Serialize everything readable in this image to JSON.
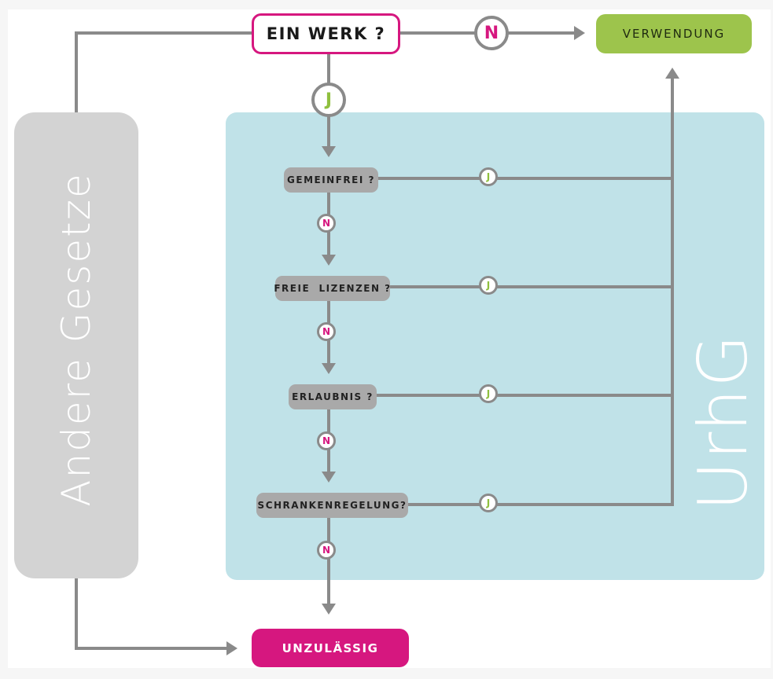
{
  "diagram": {
    "start": {
      "label": "EIN WERK ?"
    },
    "outcomes": {
      "allowed": {
        "label": "VERWENDUNG",
        "color": "#9dc44c"
      },
      "forbidden": {
        "label": "UNZULÄSSIG",
        "color": "#d6177f"
      }
    },
    "regions": {
      "other_laws": {
        "label": "Andere Gesetze"
      },
      "copyright_law": {
        "label": "UrhG"
      }
    },
    "questions": [
      {
        "label": "GEMEINFREI ?",
        "yes": "J",
        "no": "N"
      },
      {
        "label": "FREIE  LIZENZEN ?",
        "yes": "J",
        "no": "N"
      },
      {
        "label": "ERLAUBNIS ?",
        "yes": "J",
        "no": "N"
      },
      {
        "label": "SCHRANKENREGELUNG?",
        "yes": "J",
        "no": "N"
      }
    ],
    "start_yes": "J",
    "start_no": "N",
    "colors": {
      "accent_pink": "#d6177f",
      "accent_green": "#9dc44c",
      "urhg_region": "#c0e2e8",
      "other_region": "#d3d3d3",
      "connector": "#8a8a8a"
    }
  }
}
